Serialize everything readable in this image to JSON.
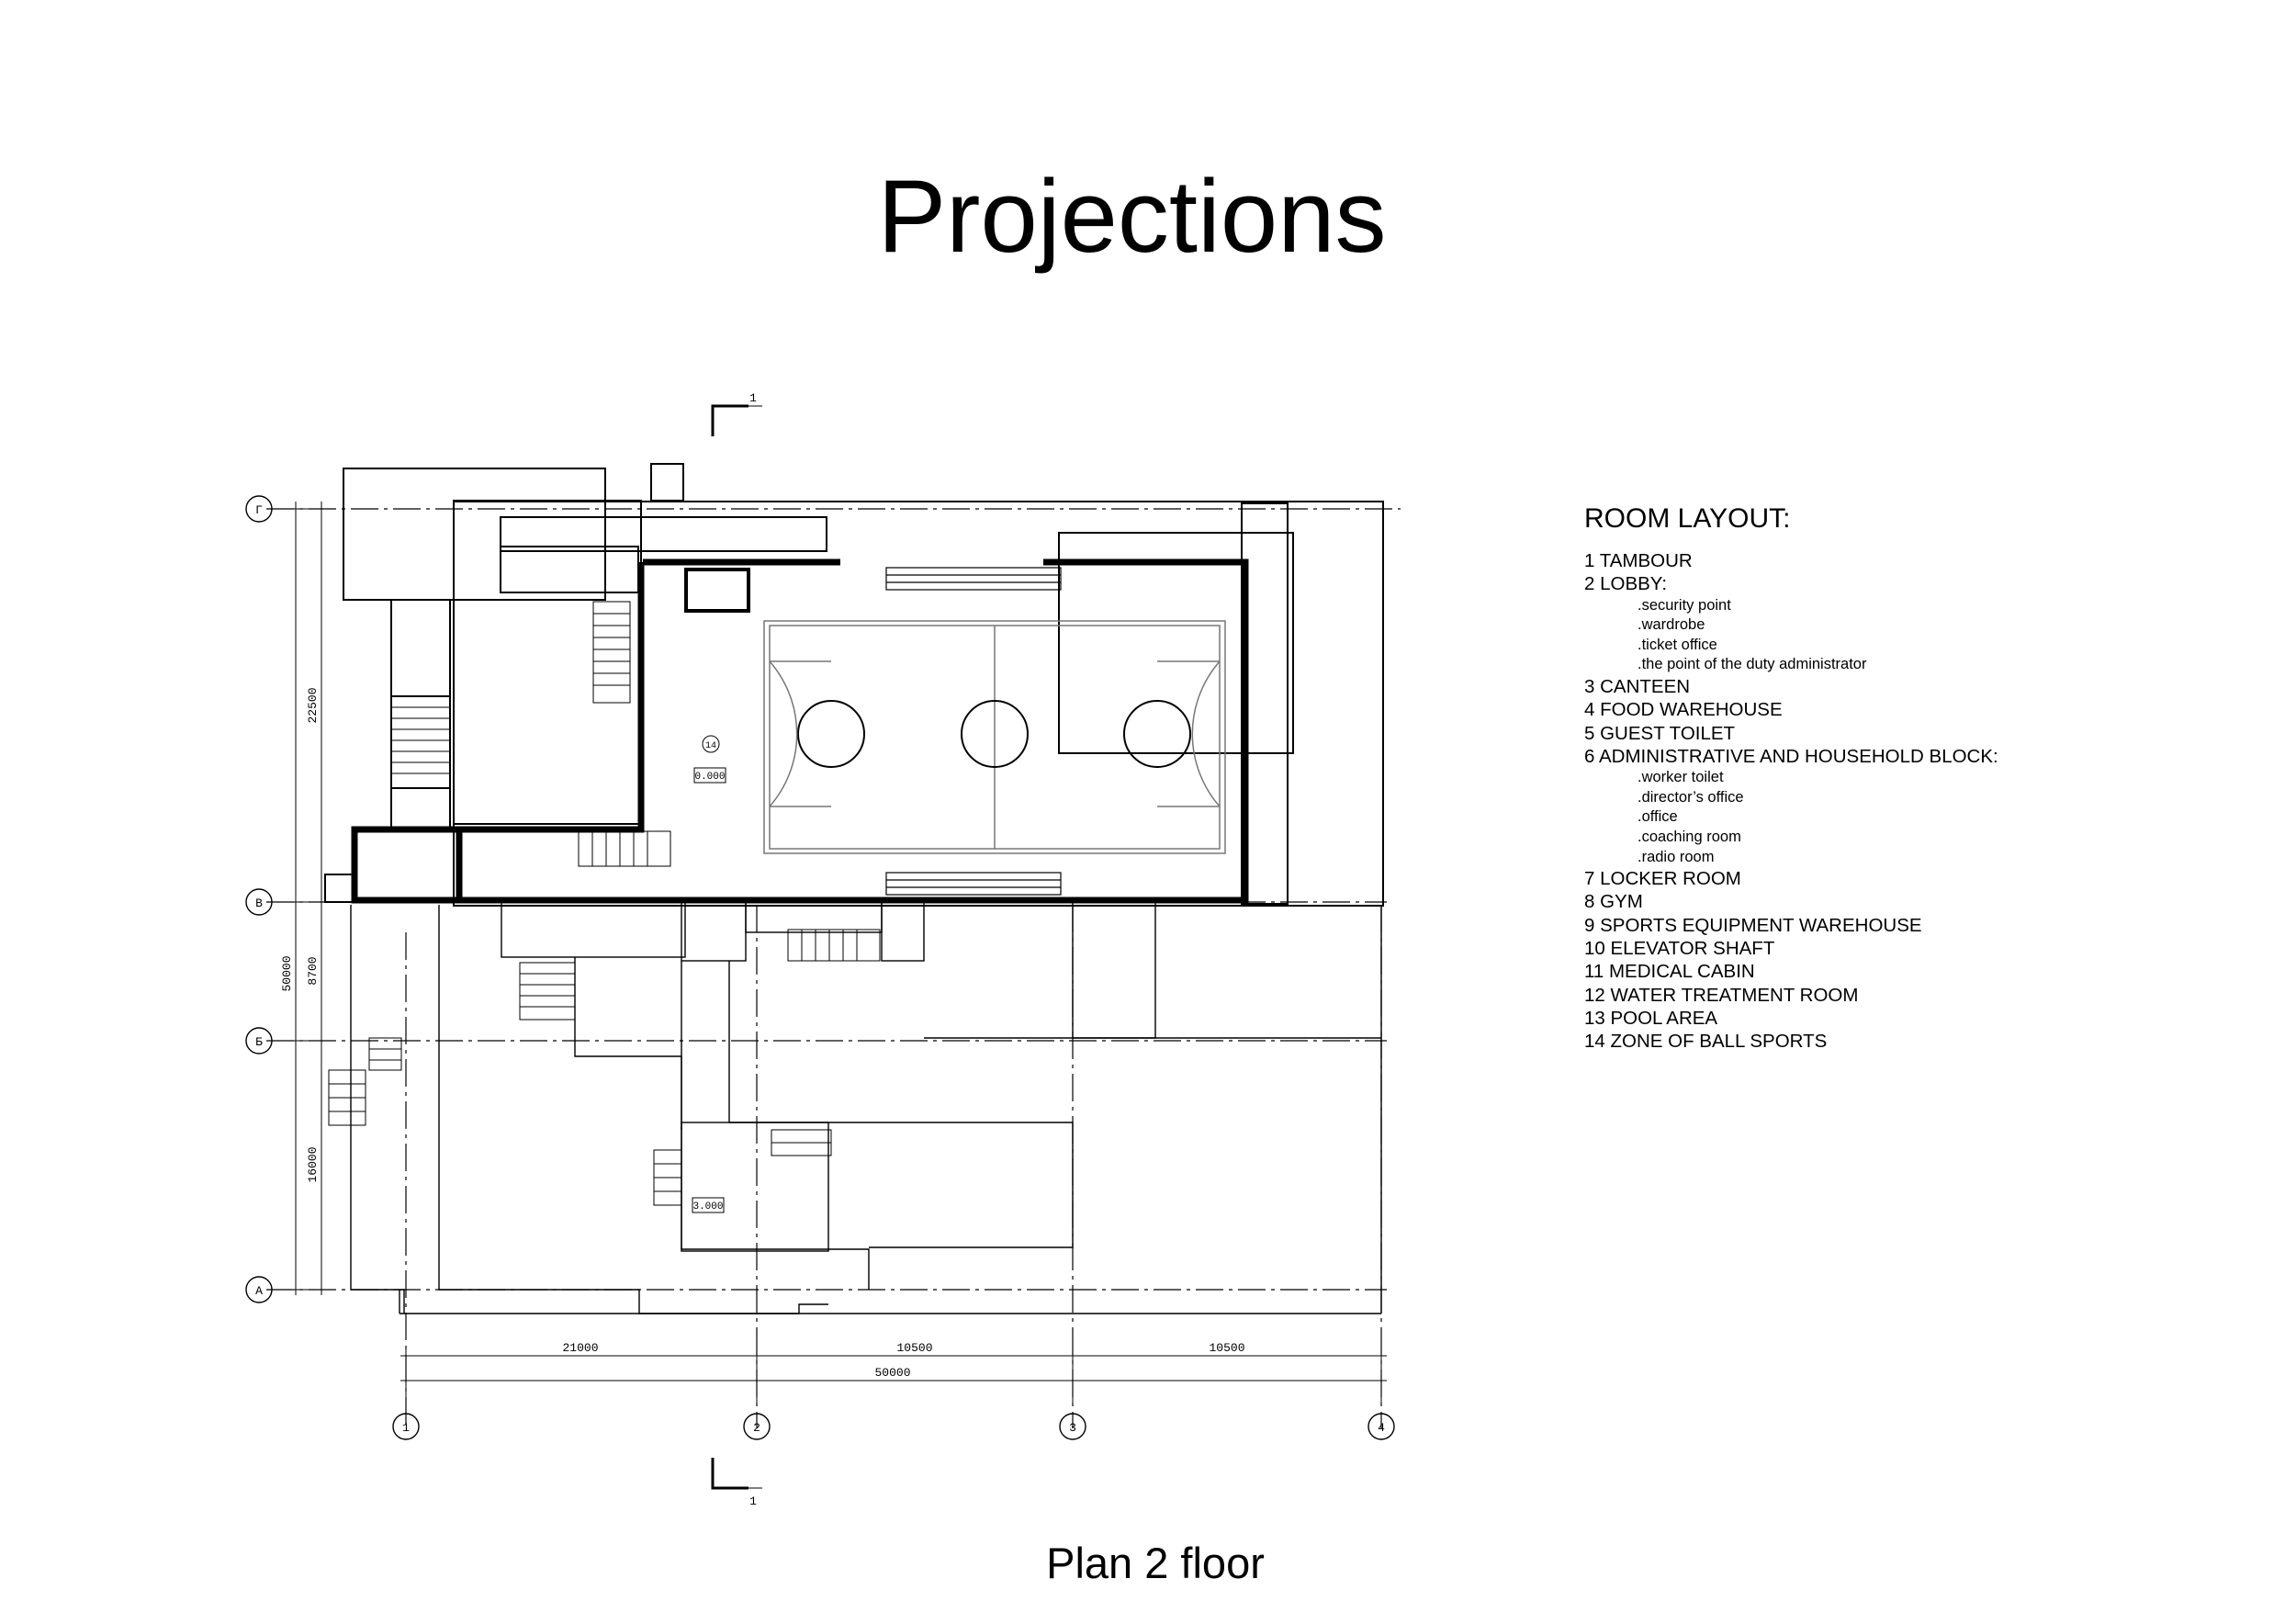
{
  "title": "Projections",
  "caption": "Plan 2 floor",
  "legend": {
    "title": "ROOM LAYOUT:",
    "items": [
      {
        "kind": "item",
        "text": "1 TAMBOUR"
      },
      {
        "kind": "item",
        "text": "2 LOBBY:"
      },
      {
        "kind": "sub",
        "text": ".security point"
      },
      {
        "kind": "sub",
        "text": ".wardrobe"
      },
      {
        "kind": "sub",
        "text": ".ticket office"
      },
      {
        "kind": "sub",
        "text": ".the point of the duty administrator"
      },
      {
        "kind": "item",
        "text": "3 CANTEEN"
      },
      {
        "kind": "item",
        "text": "4 FOOD WAREHOUSE"
      },
      {
        "kind": "item",
        "text": "5 GUEST TOILET"
      },
      {
        "kind": "item",
        "text": "6 ADMINISTRATIVE AND HOUSEHOLD BLOCK:"
      },
      {
        "kind": "sub",
        "text": ".worker toilet"
      },
      {
        "kind": "sub",
        "text": ".director’s office"
      },
      {
        "kind": "sub",
        "text": ".office"
      },
      {
        "kind": "sub",
        "text": ".coaching room"
      },
      {
        "kind": "sub",
        "text": ".radio room"
      },
      {
        "kind": "item",
        "text": "7 LOCKER ROOM"
      },
      {
        "kind": "item",
        "text": "8 GYM"
      },
      {
        "kind": "item",
        "text": "9 SPORTS EQUIPMENT WAREHOUSE"
      },
      {
        "kind": "item",
        "text": "10 ELEVATOR SHAFT"
      },
      {
        "kind": "item",
        "text": "11 MEDICAL CABIN"
      },
      {
        "kind": "item",
        "text": "12 WATER TREATMENT ROOM"
      },
      {
        "kind": "item",
        "text": "13 POOL  AREA"
      },
      {
        "kind": "item",
        "text": "14 ZONE OF BALL SPORTS"
      }
    ]
  },
  "plan": {
    "row_axes": [
      "Г",
      "В",
      "Б",
      "А"
    ],
    "col_axes": [
      "1",
      "2",
      "3",
      "4"
    ],
    "dims_bottom": [
      "21000",
      "10500",
      "10500"
    ],
    "dim_bottom_total": "50000",
    "dims_left": [
      "22500",
      "8700",
      "16000"
    ],
    "dim_left_total": "50000",
    "section_mark": "1",
    "room_tag": "14",
    "level_marks": [
      "0.000",
      "3.000"
    ]
  }
}
